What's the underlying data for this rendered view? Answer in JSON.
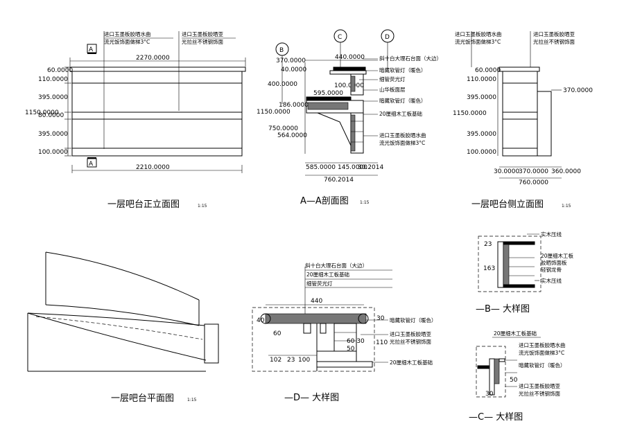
{
  "views": {
    "front": {
      "title": "一层吧台正立面图",
      "scale": "1:15",
      "marker": "A",
      "dims": {
        "top": "2270.0000",
        "bottom": "2210.0000",
        "d60": "60.0000",
        "d110": "110.0000",
        "d395a": "395.0000",
        "d1150": "1150.0000",
        "d80": "80.0000",
        "d395b": "395.0000",
        "d100": "100.0000"
      },
      "notes": [
        "进口玉墨板胶晒水曲",
        "流光饭饰面做梯3°C",
        "进口玉墨板胶晒亚",
        "光拉丝不锈钢饰面"
      ]
    },
    "section": {
      "title": "A—A剖面图",
      "scale": "1:15",
      "bubbles": [
        "B",
        "C",
        "D"
      ],
      "dims": {
        "w440": "440.0000",
        "d370": "370.0000",
        "d40": "40.0000",
        "d400": "400.0000",
        "d100": "100.0000",
        "d595": "595.0000",
        "d186": "186.0000",
        "d1150": "1150.0000",
        "d750": "750.0000",
        "d564": "564.0000",
        "b585": "585.0000",
        "b145": "145.0000",
        "b30": "30.2014",
        "b760": "760.2014"
      },
      "notes": [
        "斜十白大理石台面（大边）",
        "暗藏软管灯（暖色）",
        "细管荧光灯",
        "山华板面层",
        "暗藏软管灯（暖色）",
        "20厘细木工板基础",
        "进口玉墨板胶晒水曲",
        "流光饭饰面做梯3°C"
      ]
    },
    "side": {
      "title": "一层吧台侧立面图",
      "scale": "1:15",
      "dims": {
        "d60": "60.0000",
        "d110": "110.0000",
        "d395a": "395.0000",
        "d370r": "370.0000",
        "d1150": "1150.0000",
        "d395b": "395.0000",
        "d100": "100.0000",
        "b30": "30.0000",
        "b370": "370.0000",
        "b360": "360.0000",
        "b760": "760.0000"
      },
      "notes": [
        "进口玉墨板胶晒水曲",
        "流光饭饰面做梯3°C",
        "进口玉墨板胶晒亚",
        "光拉丝不锈钢饰面"
      ]
    },
    "plan": {
      "title": "一层吧台平面图",
      "scale": "1:15"
    },
    "detailB": {
      "title": "—B— 大样图",
      "dims": {
        "d23": "23",
        "d163": "163"
      },
      "notes": [
        "实木压线",
        "20厘细木工板",
        "胶晒饰面板",
        "轻钢龙骨",
        "实木压线"
      ]
    },
    "detailD": {
      "title": "—D— 大样图",
      "dims": {
        "w440": "440",
        "d40": "40",
        "d30": "30",
        "d60": "60",
        "d6030": "60 30",
        "d110": "110",
        "d50": "50",
        "b102": "102",
        "b23": "23",
        "b100": "100"
      },
      "notes": [
        "斜十白大理石台面（大边）",
        "20厘细木工板基础",
        "细管荧光灯",
        "暗藏软管灯（暖色）",
        "进口玉墨板胶晒亚",
        "光拉丝不锈钢饰面",
        "20厘细木工板基础"
      ]
    },
    "detailC": {
      "title": "—C— 大样图",
      "dims": {
        "d30": "30",
        "d50": "50"
      },
      "notes": [
        "20厘细木工板基础",
        "进口玉墨板胶晒水曲",
        "流光饭饰面做梯3°C",
        "暗藏软管灯（暖色）",
        "进口玉墨板胶晒亚",
        "光拉丝不锈钢饰面"
      ]
    }
  }
}
